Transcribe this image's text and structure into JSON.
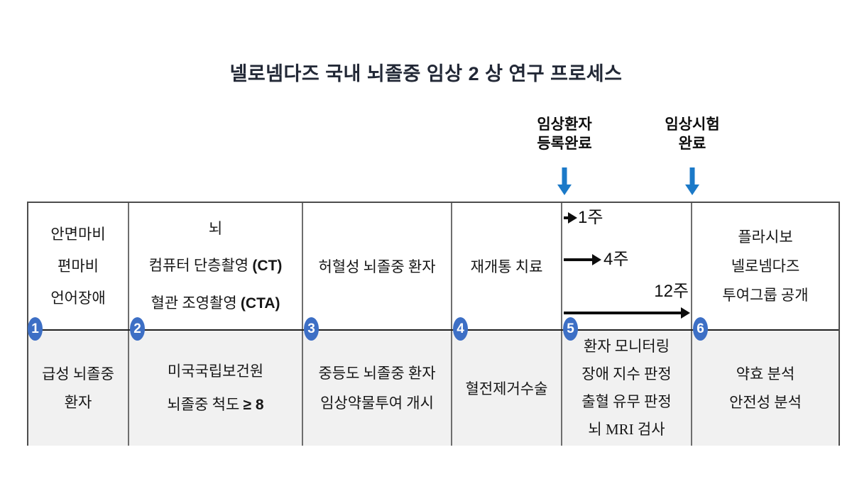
{
  "colors": {
    "accent_blue": "#3d6fc5",
    "arrow_blue": "#1b79c8",
    "bottom_row_bg": "#f1f1f1"
  },
  "title": "넬로넴다즈 국내 뇌졸중 임상 2 상 연구 프로세스",
  "milestones": [
    {
      "line1": "임상환자",
      "line2": "등록완료"
    },
    {
      "line1": "임상시험",
      "line2": "완료"
    }
  ],
  "timeline": {
    "week1": "1주",
    "week4": "4주",
    "week12": "12주"
  },
  "steps": [
    {
      "number": "1",
      "top": [
        "안면마비",
        "편마비",
        "언어장애"
      ],
      "bottom": [
        "급성 뇌졸중",
        "환자"
      ]
    },
    {
      "number": "2",
      "top_line1": "뇌",
      "top_line2_ko": "컴퓨터 단층촬영",
      "top_line2_en": "(CT)",
      "top_line3_ko": "혈관 조영촬영",
      "top_line3_en": "(CTA)",
      "bottom_line1": "미국국립보건원",
      "bottom_line2_ko": "뇌졸중 척도",
      "bottom_line2_en": "≥ 8"
    },
    {
      "number": "3",
      "top": [
        "허혈성 뇌졸중 환자"
      ],
      "bottom": [
        "중등도 뇌졸중 환자",
        "임상약물투여 개시"
      ]
    },
    {
      "number": "4",
      "top": [
        "재개통 치료"
      ],
      "bottom": [
        "혈전제거수술"
      ]
    },
    {
      "number": "5",
      "bottom": [
        "환자 모니터링",
        "장애 지수 판정",
        "출혈 유무 판정",
        "뇌 MRI 검사"
      ]
    },
    {
      "number": "6",
      "top": [
        "플라시보",
        "넬로넴다즈",
        "투여그룹 공개"
      ],
      "bottom": [
        "약효 분석",
        "안전성 분석"
      ]
    }
  ]
}
